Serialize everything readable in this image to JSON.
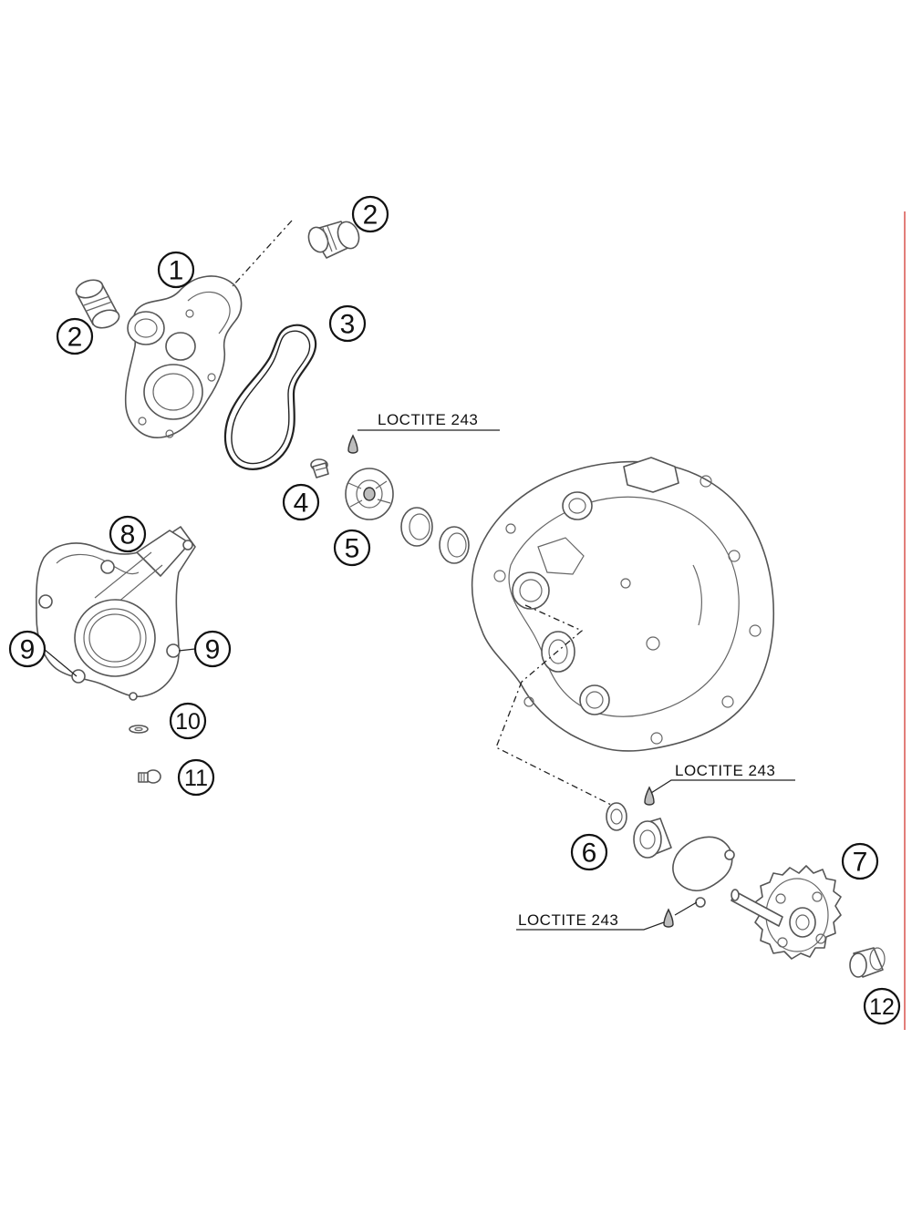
{
  "callouts": {
    "c1": "1",
    "c2a": "2",
    "c2b": "2",
    "c3": "3",
    "c4": "4",
    "c5": "5",
    "c6": "6",
    "c7": "7",
    "c8": "8",
    "c9a": "9",
    "c9b": "9",
    "c10": "10",
    "c11": "11",
    "c12": "12"
  },
  "notes": {
    "n1": "LOCTITE 243",
    "n2": "LOCTITE 243",
    "n3": "LOCTITE 243"
  }
}
